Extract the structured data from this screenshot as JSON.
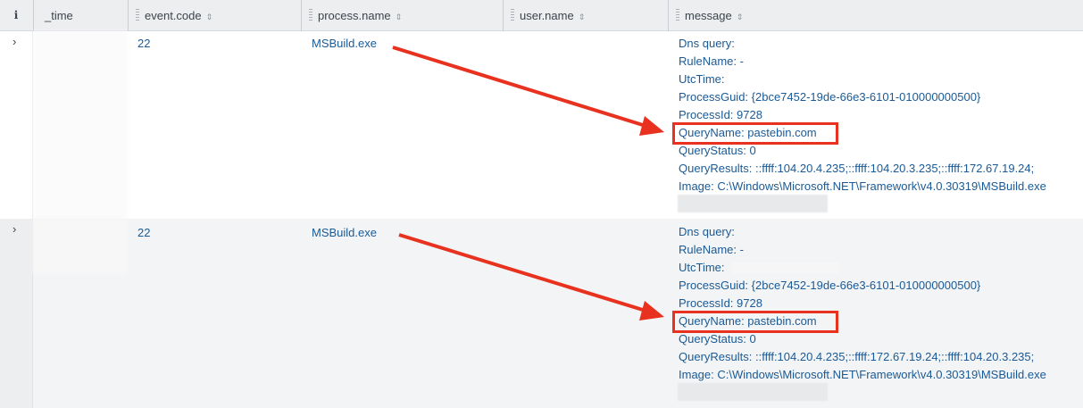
{
  "header": {
    "info_icon": "i",
    "columns": [
      {
        "label": "_time",
        "sortable": false
      },
      {
        "label": "event.code",
        "sortable": true
      },
      {
        "label": "process.name",
        "sortable": true
      },
      {
        "label": "user.name",
        "sortable": true
      },
      {
        "label": "message",
        "sortable": true
      }
    ],
    "sort_glyph": "⇕"
  },
  "rows": [
    {
      "expand_icon": "›",
      "event_code": "22",
      "process_name": "MSBuild.exe",
      "user_name": "",
      "message": [
        "Dns query:",
        "RuleName: -",
        "UtcTime:",
        "ProcessGuid: {2bce7452-19de-66e3-6101-010000000500}",
        "ProcessId: 9728",
        "QueryName: pastebin.com",
        "QueryStatus: 0",
        "QueryResults: ::ffff:104.20.4.235;::ffff:104.20.3.235;::ffff:172.67.19.24;",
        "Image: C:\\Windows\\Microsoft.NET\\Framework\\v4.0.30319\\MSBuild.exe"
      ]
    },
    {
      "expand_icon": "›",
      "event_code": "22",
      "process_name": "MSBuild.exe",
      "user_name": "",
      "message": [
        "Dns query:",
        "RuleName: -",
        "UtcTime:",
        "ProcessGuid: {2bce7452-19de-66e3-6101-010000000500}",
        "ProcessId: 9728",
        "QueryName: pastebin.com",
        "QueryStatus: 0",
        "QueryResults: ::ffff:104.20.4.235;::ffff:172.67.19.24;::ffff:104.20.3.235;",
        "Image: C:\\Windows\\Microsoft.NET\\Framework\\v4.0.30319\\MSBuild.exe"
      ]
    }
  ],
  "colors": {
    "link": "#1a5a96",
    "highlight": "#e8321f",
    "header_bg": "#eceef0",
    "alt_row_bg": "#f2f4f5"
  }
}
